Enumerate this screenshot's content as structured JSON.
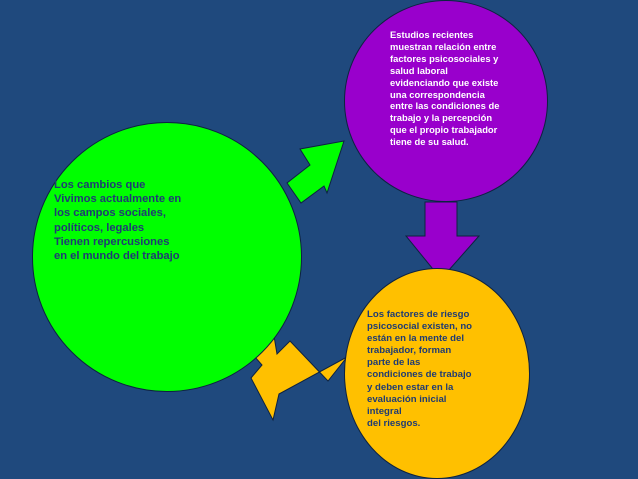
{
  "diagram": {
    "nodes": [
      {
        "id": "green",
        "color": "#00ff00",
        "text": "Los cambios que\nVivimos actualmente en\nlos campos sociales,\npolíticos, legales\nTienen repercusiones\nen el mundo del trabajo"
      },
      {
        "id": "purple",
        "color": "#9900cc",
        "text": "Estudios recientes\nmuestran relación entre\nfactores psicosociales y\nsalud laboral\nevidenciando que existe\nuna correspondencia\nentre las condiciones de\ntrabajo y la percepción\nque el propio trabajador\ntiene de su salud."
      },
      {
        "id": "orange",
        "color": "#ffc000",
        "text": "Los factores de riesgo\npsicosocial existen, no\nestán en la mente del\ntrabajador, forman\nparte de las\ncondiciones de trabajo\ny deben estar en la\nevaluación inicial\nintegral\ndel riesgos."
      }
    ],
    "arrows": [
      {
        "from": "green",
        "to": "purple",
        "color": "#00ff00"
      },
      {
        "from": "purple",
        "to": "orange",
        "color": "#9900cc"
      },
      {
        "from": "orange",
        "to": "green",
        "color": "#ffc000"
      }
    ],
    "background": "#1f497d"
  }
}
